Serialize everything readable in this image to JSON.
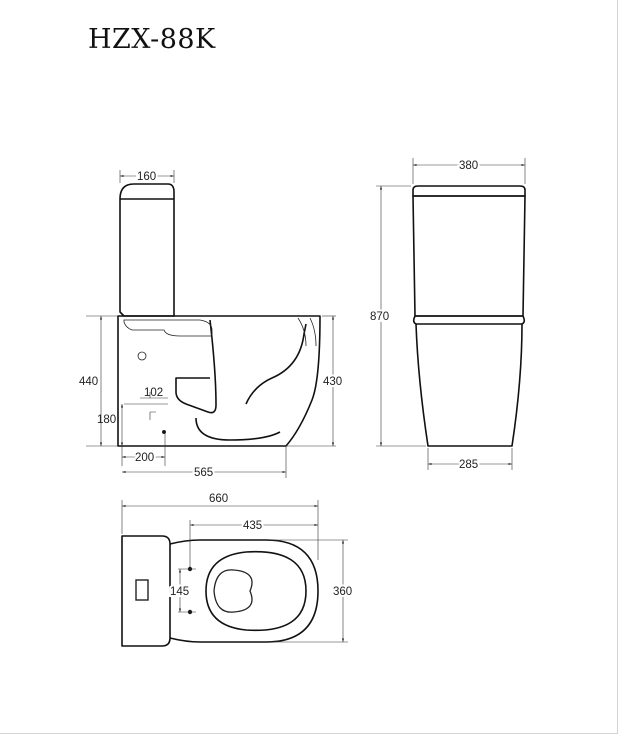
{
  "title": "HZX-88K",
  "side_view": {
    "tank_depth": "160",
    "overall_length": "565",
    "seat_height": "440",
    "bowl_height": "430",
    "outlet_offset": "102",
    "outlet_height": "180",
    "outlet_distance": "200"
  },
  "front_view": {
    "top_width": "380",
    "base_width": "285",
    "overall_height": "870"
  },
  "top_view": {
    "overall_length": "660",
    "bowl_length": "435",
    "fixing_spacing": "145",
    "width": "360"
  }
}
